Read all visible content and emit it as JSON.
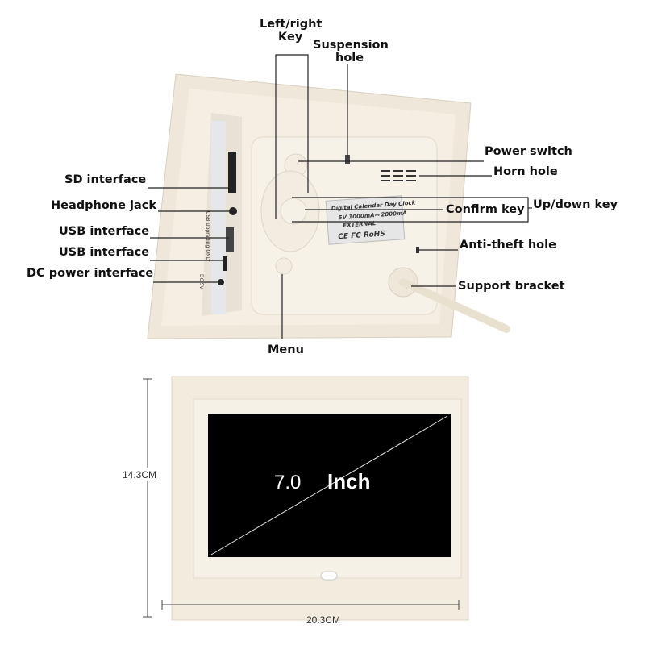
{
  "labels": {
    "left_right_key_1": "Left/right",
    "left_right_key_2": "Key",
    "suspension_hole_1": "Suspension",
    "suspension_hole_2": "hole",
    "power_switch": "Power switch",
    "horn_hole": "Horn hole",
    "confirm_key": "Confirm key",
    "up_down_key": "Up/down key",
    "anti_theft_hole": "Anti-theft hole",
    "support_bracket": "Support bracket",
    "menu": "Menu",
    "sd_interface": "SD interface",
    "headphone_jack": "Headphone jack",
    "usb_interface_1": "USB interface",
    "usb_interface_2": "USB interface",
    "dc_power_interface": "DC power interface"
  },
  "sticker": {
    "line1": "Digital Calendar Day Clock",
    "line2": "5V 1000mA⎓ 2000mA",
    "line3": "EXTERNAL",
    "line4": "CE FC RoHS"
  },
  "side_print": {
    "usb": "USB Upgrading ONLY",
    "dc": "DC 5V"
  },
  "screen_text": {
    "size": "7.0",
    "unit": "Inch"
  },
  "dimensions": {
    "height": "14.3CM",
    "width": "20.3CM"
  },
  "colors": {
    "frame": "#f3ede0",
    "screen": "#000000"
  }
}
